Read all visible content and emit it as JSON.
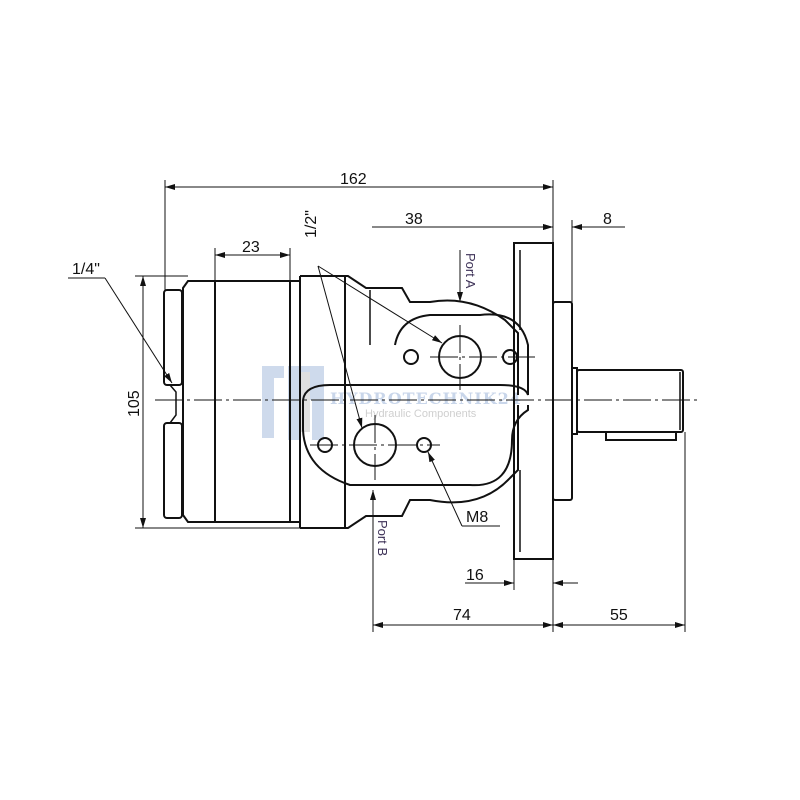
{
  "dimensions": {
    "overall_length": "162",
    "port_a_offset": "38",
    "pilot_length": "8",
    "rear_cap_width": "23",
    "height": "105",
    "flange_thickness": "16",
    "port_to_flange": "74",
    "shaft_length": "55"
  },
  "callouts": {
    "drain_port": "1/4\"",
    "main_ports": "1/2\"",
    "mount_thread": "M8",
    "port_a": "Port A",
    "port_b": "Port B"
  },
  "watermark": {
    "brand": "HYDROTECHNIK24",
    "tagline": "Hydraulic Components"
  },
  "colors": {
    "line": "#111111",
    "watermark_blue": "#c9d6ea",
    "port_label": "#3b2f55"
  }
}
